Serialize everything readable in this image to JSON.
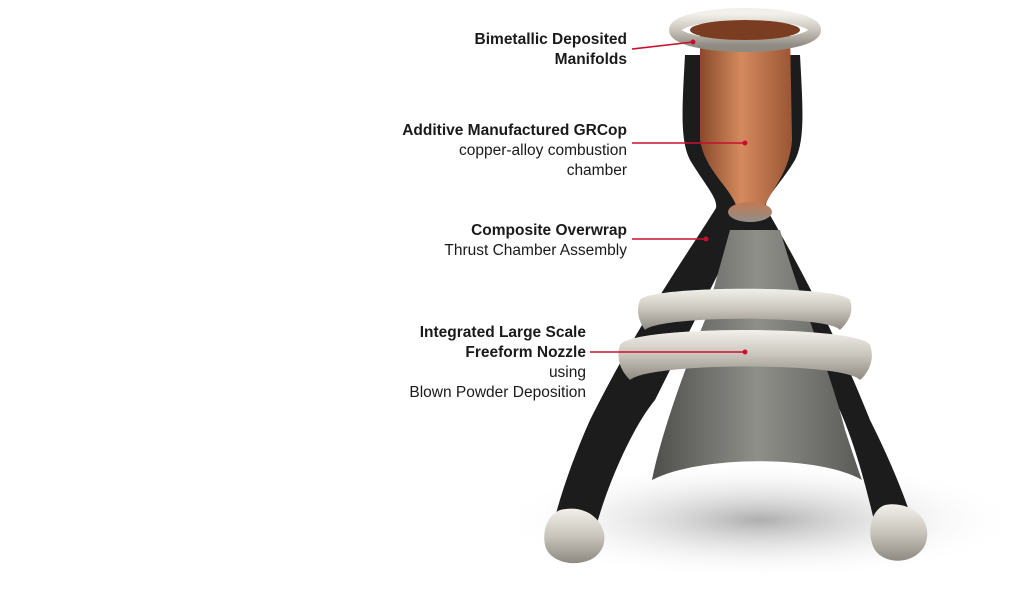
{
  "callouts": {
    "manifolds": {
      "title_line1": "Bimetallic Deposited",
      "title_line2": "Manifolds"
    },
    "chamber": {
      "title": "Additive Manufactured GRCop",
      "desc_line1": "copper-alloy combustion",
      "desc_line2": "chamber"
    },
    "overwrap": {
      "title": "Composite Overwrap",
      "desc": "Thrust Chamber Assembly"
    },
    "nozzle": {
      "title_line1": "Integrated Large Scale",
      "title_line2": "Freeform Nozzle",
      "desc_line1": "using",
      "desc_line2": "Blown Powder Deposition"
    }
  },
  "colors": {
    "leader_line": "#c8102e",
    "copper": "#c87a4f",
    "overwrap": "#1c1c1c",
    "metal_ring": "#d9d6cf"
  }
}
